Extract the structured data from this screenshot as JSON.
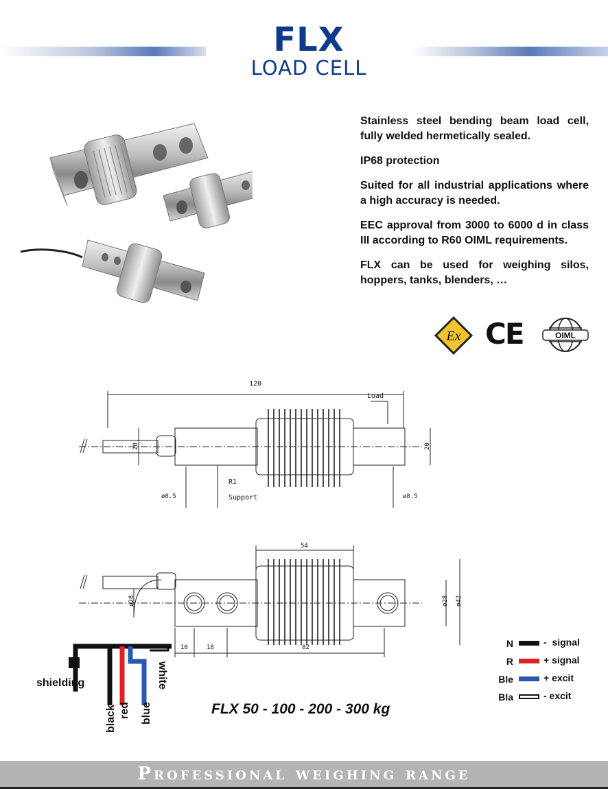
{
  "header": {
    "title": "FLX",
    "subtitle": "LOAD CELL"
  },
  "description": [
    "Stainless steel bending beam load cell, fully welded hermetically sealed.",
    "IP68 protection",
    "Suited for all industrial applications where a high accuracy is needed.",
    "EEC approval from 3000 to 6000 d in class III according to R60 OIML requirements.",
    "FLX can be used for weighing silos, hoppers, tanks, blenders, …"
  ],
  "certifications": {
    "ex": "Ex",
    "ce": "CE",
    "oiml": "OIML"
  },
  "drawing": {
    "top_view": {
      "length": "120",
      "load": "Load",
      "height_left": "20",
      "height_right": "20",
      "radius": "R1",
      "support": "Support",
      "hole_left": "ø8.5",
      "hole_right": "ø8.5"
    },
    "side_view": {
      "bellows_length": "54",
      "diameter_inner": "ø28",
      "diameter_outer": "ø42",
      "cable_diameter": "ø28",
      "dim_a": "10",
      "dim_b": "18",
      "dim_c": "82"
    }
  },
  "wiring": {
    "shielding": "shielding",
    "black": "black",
    "red": "red",
    "blue": "blue",
    "white": "white"
  },
  "legend": [
    {
      "code": "N",
      "label": "-  signal",
      "color": "#111111"
    },
    {
      "code": "R",
      "label": "+ signal",
      "color": "#e02020"
    },
    {
      "code": "Ble",
      "label": "+ excit",
      "color": "#2858b0"
    },
    {
      "code": "Bla",
      "label": "- excit",
      "color": "#ffffff"
    }
  ],
  "model": "FLX 50 - 100 - 200 - 300 kg",
  "footer": "Professional weighing range"
}
